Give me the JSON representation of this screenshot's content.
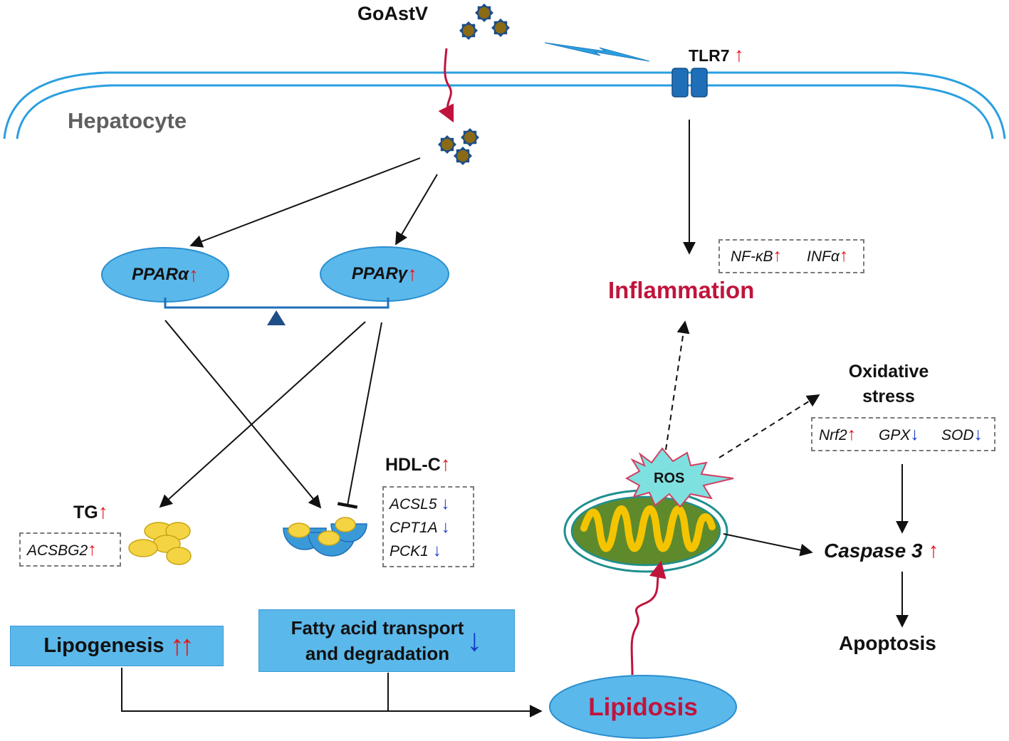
{
  "virus": "GoAstV",
  "receptor": "TLR7",
  "cell": "Hepatocyte",
  "ppar_alpha": "PPARα",
  "ppar_gamma": "PPARγ",
  "inflammation": {
    "title": "Inflammation",
    "markers": [
      {
        "name": "NF-κB",
        "trend": "up"
      },
      {
        "name": "INFα",
        "trend": "up"
      }
    ]
  },
  "oxidative_stress": {
    "line1": "Oxidative",
    "line2": "stress",
    "markers": [
      {
        "name": "Nrf2",
        "trend": "up"
      },
      {
        "name": "GPX",
        "trend": "down"
      },
      {
        "name": "SOD",
        "trend": "down"
      }
    ]
  },
  "ros": "ROS",
  "caspase": "Caspase 3",
  "apoptosis": "Apoptosis",
  "tg": {
    "label": "TG",
    "gene": "ACSBG2"
  },
  "hdl": {
    "label": "HDL-C",
    "genes": [
      "ACSL5",
      "CPT1A",
      "PCK1"
    ]
  },
  "lipogenesis": "Lipogenesis",
  "fatty_acid": {
    "line1": "Fatty acid transport",
    "line2": "and degradation"
  },
  "lipidosis": "Lipidosis",
  "colors": {
    "membrane": "#2a9fe0",
    "ellipse_fill": "#5bb8ea",
    "title_red": "#c0143c",
    "arrow_up": "#e8141c",
    "arrow_down": "#1438c8",
    "lipid_yellow": "#f5d443",
    "mito_green": "#5e8a2c"
  },
  "icons": {
    "up": "↑",
    "down": "↓"
  }
}
